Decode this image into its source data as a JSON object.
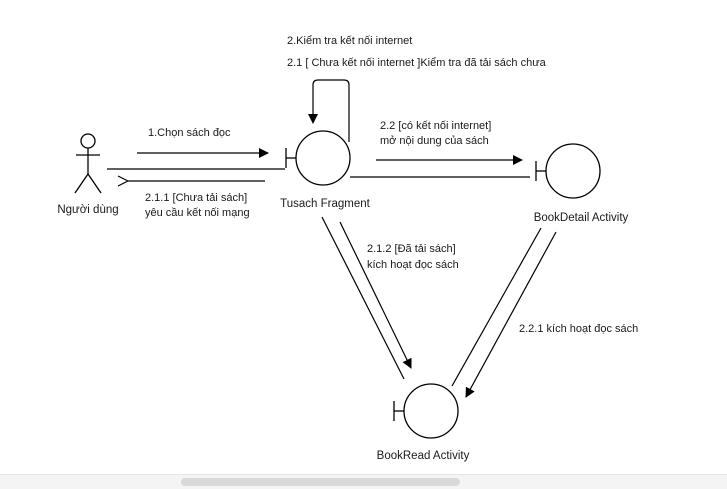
{
  "diagram": {
    "actor": {
      "label": "Người dùng"
    },
    "nodes": {
      "tusach": {
        "label": "Tusach Fragment"
      },
      "bookdetail": {
        "label": "BookDetail Activity"
      },
      "bookread": {
        "label": "BookRead Activity"
      }
    },
    "messages": {
      "m1": "1.Chọn sách đọc",
      "m2": "2.Kiểm tra kết nối internet",
      "m21": "2.1 [ Chưa kết nối internet ]Kiểm tra đã tải sách chưa",
      "m22_line1": "2.2 [có kết nối internet]",
      "m22_line2": "mở nội dung của sách",
      "m211_line1": "2.1.1 [Chưa tải sách]",
      "m211_line2": "yêu cầu kết nối mạng",
      "m212_line1": "2.1.2 [Đã tải sách]",
      "m212_line2": "kích hoạt đọc sách",
      "m221": "2.2.1 kích hoạt đọc sách"
    }
  }
}
